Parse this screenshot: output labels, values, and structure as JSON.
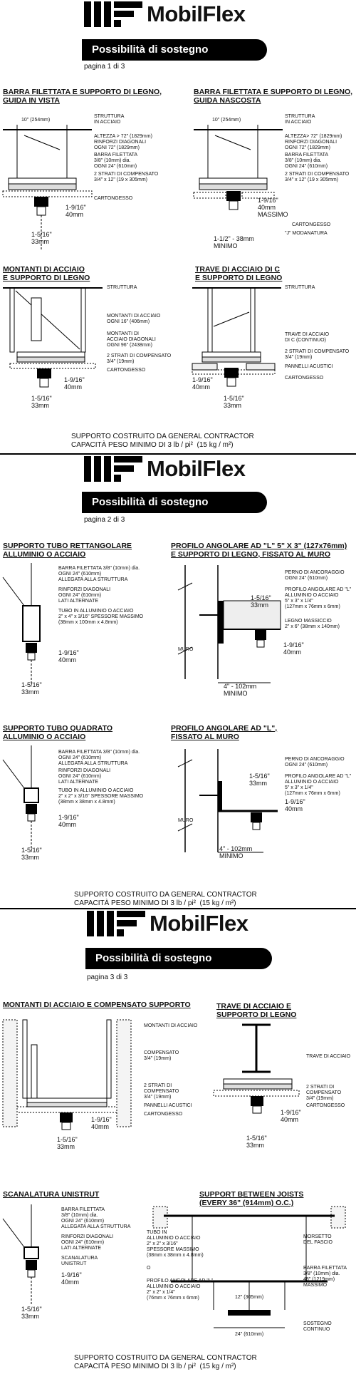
{
  "brand": {
    "name": "MobilFlex"
  },
  "pages": [
    {
      "banner": "Possibilità di sostegno",
      "page_label": "pagina 1 di 3",
      "footer_line1": "SUPPORTO COSTRUITO DA GENERAL CONTRACTOR",
      "footer_line2": "CAPACITÀ PESO MINIMO DI 3 lb / pi²  (15 kg / m²)",
      "sections": [
        {
          "title": "BARRA FILETTATA E SUPPORTO DI LEGNO,\nGUIDA IN VISTA",
          "labels": [
            "STRUTTURA\nIN ACCIAIO",
            "ALTEZZA > 72\" (1829mm)\nRINFORZI DIAGONALI\nOGNI 72\" (1829mm)",
            "BARRA FILETTATA\n3/8\" (10mm) dia.\nOGNI 24\" (610mm)",
            "2 STRATI DI COMPENSATO\n3/4\" x 12\" (19 x 305mm)",
            "CARTONGESSO"
          ],
          "dims": [
            "10\" (254mm)",
            "1-9/16\"\n40mm",
            "1-5/16\"\n33mm"
          ]
        },
        {
          "title": "BARRA FILETTATA E SUPPORTO DI LEGNO,\nGUIDA NASCOSTA",
          "labels": [
            "STRUTTURA\nIN ACCIAIO",
            "ALTEZZA> 72\" (1829mm)\nRINFORZI DIAGONALI\nOGNI 72\" (1829mm)",
            "BARRA FILETTATA\n3/8\" (10mm) dia.\nOGNI 24\" (610mm)",
            "2 STRATI DI COMPENSATO\n3/4\" x 12\" (19 x 305mm)",
            "CARTONGESSO",
            "\"J\" MODANATURA"
          ],
          "dims": [
            "10\" (254mm)",
            "1-9/16\"\n40mm\nMASSIMO",
            "1-1/2\" - 38mm\nMINIMO"
          ]
        },
        {
          "title": "MONTANTI DI ACCIAIO\nE SUPPORTO DI LEGNO",
          "labels": [
            "STRUTTURA",
            "MONTANTI DI ACCIAIO\nOGNI 16\" (406mm)",
            "MONTANTI DI\nACCIAIO DIAGONALI\nOGNI 96\" (2438mm)",
            "2 STRATI DI COMPENSATO\n3/4\" (19mm)",
            "CARTONGESSO"
          ],
          "dims": [
            "1-9/16\"\n40mm",
            "1-5/16\"\n33mm"
          ]
        },
        {
          "title": "TRAVE DI ACCIAIO DI C\nE SUPPORTO DI LEGNO",
          "labels": [
            "STRUTTURA",
            "TRAVE DI ACCIAIO\nDI C (CONTINUO)",
            "2 STRATI DI COMPENSATO\n3/4\" (19mm)",
            "PANNELLI ACUSTICI",
            "CARTONGESSO"
          ],
          "dims": [
            "1-9/16\"\n40mm",
            "1-5/16\"\n33mm"
          ]
        }
      ]
    },
    {
      "banner": "Possibilità di sostegno",
      "page_label": "pagina 2 di 3",
      "footer_line1": "SUPPORTO COSTRUITO DA GENERAL CONTRACTOR",
      "footer_line2": "CAPACITÀ PESO MINIMO DI 3 lb / pi²  (15 kg / m²)",
      "sections": [
        {
          "title": "SUPPORTO TUBO RETTANGOLARE\nALLUMINIO O ACCIAIO",
          "labels": [
            "BARRA FILETTATA 3/8\" (10mm) dia.\nOGNI 24\" (610mm)\nALLEGATA ALLA STRUTTURA",
            "RINFORZI DIAGONALI\nOGNI 24\" (610mm)\nLATI ALTERNATE",
            "TUBO IN ALLUMINIO O ACCIAIO\n2\" x 4\" x 3/16\" SPESSORE MASSIMO\n(38mm x 100mm x 4.8mm)"
          ],
          "dims": [
            "1-9/16\"\n40mm",
            "1-5/16\"\n33mm"
          ]
        },
        {
          "title": "PROFILO ANGOLARE AD \"L\" 5\" X 3\" (127x76mm)\nE SUPPORTO DI LEGNO, FISSATO AL MURO",
          "labels": [
            "PERNO DI ANCORAGGIO\nOGNI 24\" (610mm)",
            "PROFILO ANGOLARE AD \"L\"\nALLUMINIO O ACCIAIO\n5\" x 3\" x 1/4\"\n(127mm x 76mm x 6mm)",
            "LEGNO MASSICCIO\n2\" x 6\" (38mm x 140mm)",
            "MURO"
          ],
          "dims": [
            "1-5/16\"\n33mm",
            "1-9/16\"\n40mm",
            "4\" - 102mm\nMINIMO"
          ]
        },
        {
          "title": "SUPPORTO TUBO QUADRATO\nALLUMINIO O ACCIAIO",
          "labels": [
            "BARRA FILETTATA 3/8\" (10mm) dia.\nOGNI 24\" (610mm)\nALLEGATA ALLA STRUTTURA",
            "RINFORZI DIAGONALI\nOGNI 24\" (610mm)\nLATI ALTERNATE",
            "TUBO IN ALLUMINIO O ACCIAIO\n2\" x 2\" x 3/16\" SPESSORE MASSIMO\n(38mm x 38mm x 4.8mm)"
          ],
          "dims": [
            "1-9/16\"\n40mm",
            "1-5/16\"\n33mm"
          ]
        },
        {
          "title": "PROFILO ANGOLARE AD \"L\",\nFISSATO AL MURO",
          "labels": [
            "PERNO DI ANCORAGGIO\nOGNI 24\" (610mm)",
            "PROFILO ANGOLARE AD \"L\"\nALLUMINIO O ACCIAIO\n5\" x 3\" x 1/4\"\n(127mm x 76mm x 6mm)",
            "MURO"
          ],
          "dims": [
            "1-5/16\"\n33mm",
            "1-9/16\"\n40mm",
            "4\" - 102mm\nMINIMO"
          ]
        }
      ]
    },
    {
      "banner": "Possibilità di sostegno",
      "page_label": "pagina 3 di 3",
      "footer_line1": "SUPPORTO COSTRUITO DA GENERAL CONTRACTOR",
      "footer_line2": "CAPACITÀ PESO MINIMO DI 3 lb / pi²  (15 kg / m²)",
      "sections": [
        {
          "title": "MONTANTI DI ACCIAIO E COMPENSATO SUPPORTO",
          "labels": [
            "MONTANTI DI ACCIAIO",
            "COMPENSATO\n3/4\" (19mm)",
            "2 STRATI DI\nCOMPENSATO\n3/4\" (19mm)",
            "PANNELLI ACUSTICI",
            "CARTONGESSO"
          ],
          "dims": [
            "1-9/16\"\n40mm",
            "1-5/16\"\n33mm"
          ]
        },
        {
          "title": "TRAVE DI ACCIAIO E\nSUPPORTO DI LEGNO",
          "labels": [
            "TRAVE DI ACCIAIO",
            "2 STRATI DI\nCOMPENSATO\n3/4\" (19mm)",
            "CARTONGESSO"
          ],
          "dims": [
            "1-9/16\"\n40mm",
            "1-5/16\"\n33mm"
          ]
        },
        {
          "title": "SCANALATURA UNISTRUT",
          "labels": [
            "BARRA FILETTATA\n3/8\" (10mm) dia.\nOGNI 24\" (610mm)\nALLEGATA ALLA STRUTTURA",
            "RINFORZI DIAGONALI\nOGNI 24\" (610mm)\nLATI ALTERNATE",
            "SCANALATURA\nUNISTRUT"
          ],
          "dims": [
            "1-9/16\"\n40mm",
            "1-5/16\"\n33mm"
          ]
        },
        {
          "title": "SUPPORT BETWEEN JOISTS\n(EVERY 36\" (914mm) O.C.)",
          "labels": [
            "TUBO IN\nALLUMINIO O ACCIAIO\n2\" x 2\" x 3/16\"\nSPESSORE MASSIMO\n(38mm x 38mm x 4.8mm)",
            "O",
            "PROFILO ANGOLARE AD \"L\"\nALLUMINIO O ACCIAIO\n2\" x 2\" x 1/4\"\n(76mm x 76mm x 6mm)",
            "MORSETTO\nDEL FASCIO",
            "BARRA FILETTATA\n3/8\" (10mm) dia.\n48\" (1219mm)\nMASSIMO",
            "SOSTEGNO\nCONTINUO"
          ],
          "dims": [
            "12\" (305mm)",
            "24\" (610mm)"
          ]
        }
      ]
    }
  ]
}
